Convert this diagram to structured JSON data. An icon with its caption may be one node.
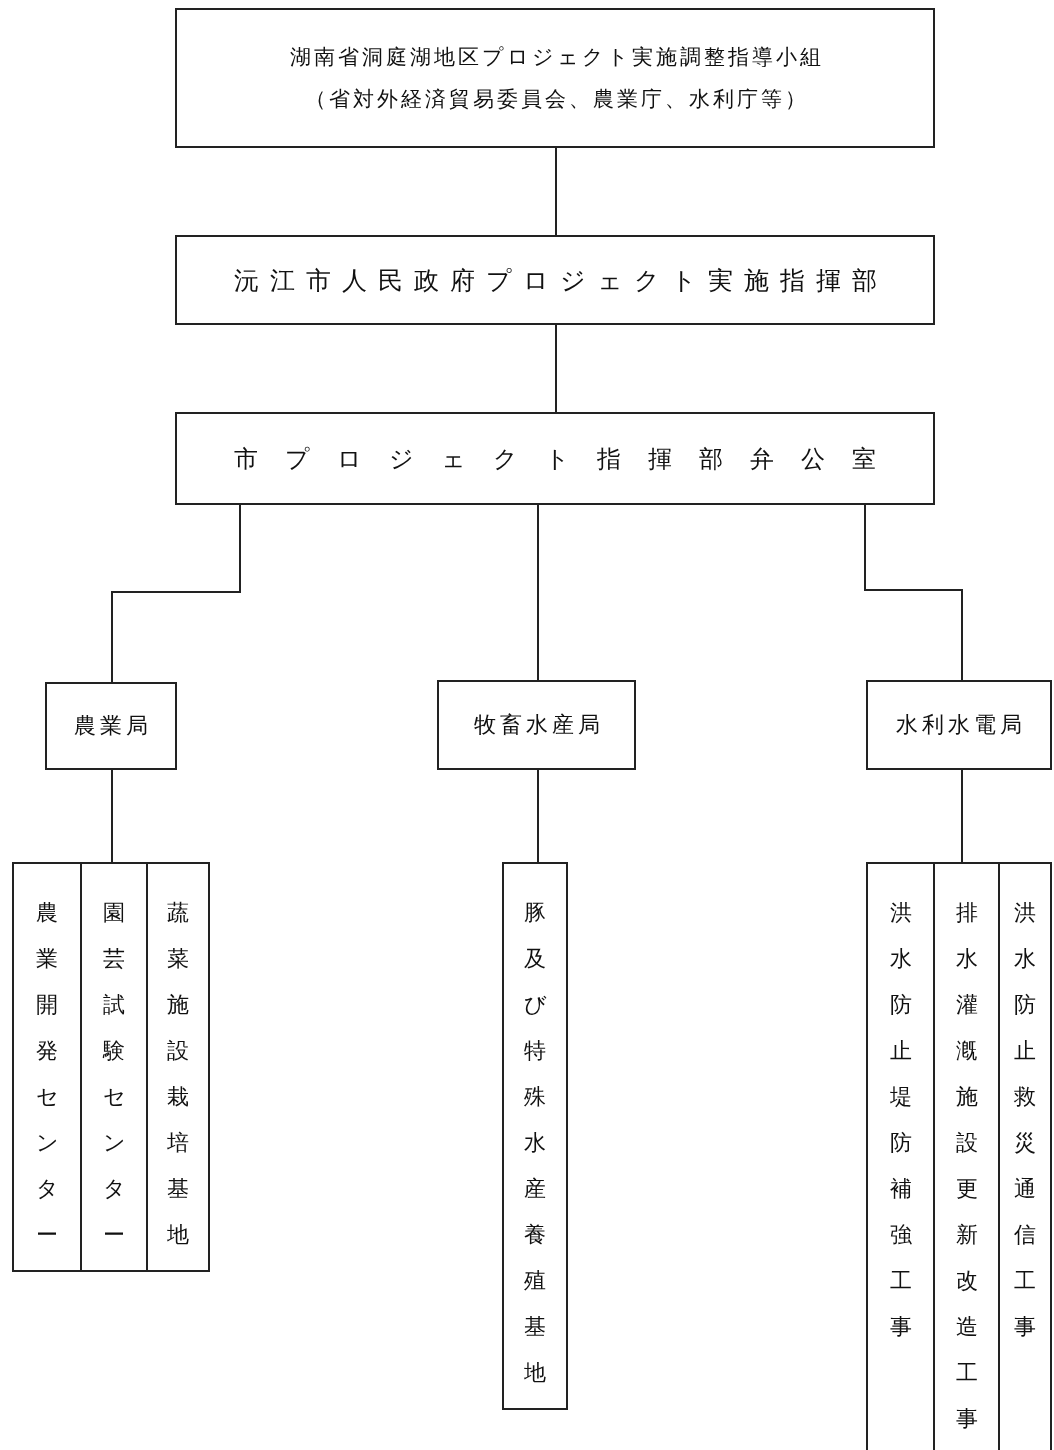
{
  "diagram": {
    "nodes": [
      {
        "text": [
          "湖南省洞庭湖地区プロジェクト実施調整指導小組",
          "（省対外経済貿易委員会、農業庁、水利庁等）"
        ]
      },
      {
        "text": [
          "沅江市人民政府プロジェクト実施指揮部"
        ]
      },
      {
        "text": [
          "市プロジェクト指揮部弁公室"
        ]
      },
      {
        "text": [
          "農業局"
        ]
      },
      {
        "text": [
          "牧畜水産局"
        ]
      },
      {
        "text": [
          "水利水電局"
        ]
      },
      {
        "text": [],
        "shape": "box"
      },
      {
        "text": [
          "農業開発センター"
        ],
        "in": 6
      },
      {
        "text": [
          "園芸試験センター"
        ],
        "in": 6
      },
      {
        "text": [
          "蔬菜施設栽培基地"
        ],
        "in": 6
      },
      {
        "text": [
          "豚及び特殊水産養殖基地"
        ]
      },
      {
        "text": [],
        "shape": "box"
      },
      {
        "text": [
          "洪水防止堤防補強工事"
        ],
        "in": 11
      },
      {
        "text": [
          "排水灌漑施設更新改造工事"
        ],
        "in": 11
      },
      {
        "text": [
          "洪水防止救災通信工事"
        ],
        "in": 11
      }
    ],
    "edges": [
      {
        "from": 0,
        "to": 1,
        "arrow": "none"
      },
      {
        "from": 1,
        "to": 2,
        "arrow": "none"
      },
      {
        "from": 2,
        "to": 3,
        "arrow": "none"
      },
      {
        "from": 2,
        "to": 4,
        "arrow": "none"
      },
      {
        "from": 2,
        "to": 5,
        "arrow": "none"
      },
      {
        "from": 3,
        "to": 6,
        "arrow": "none"
      },
      {
        "from": 4,
        "to": 10,
        "arrow": "none"
      },
      {
        "from": 5,
        "to": 11,
        "arrow": "none"
      }
    ]
  }
}
